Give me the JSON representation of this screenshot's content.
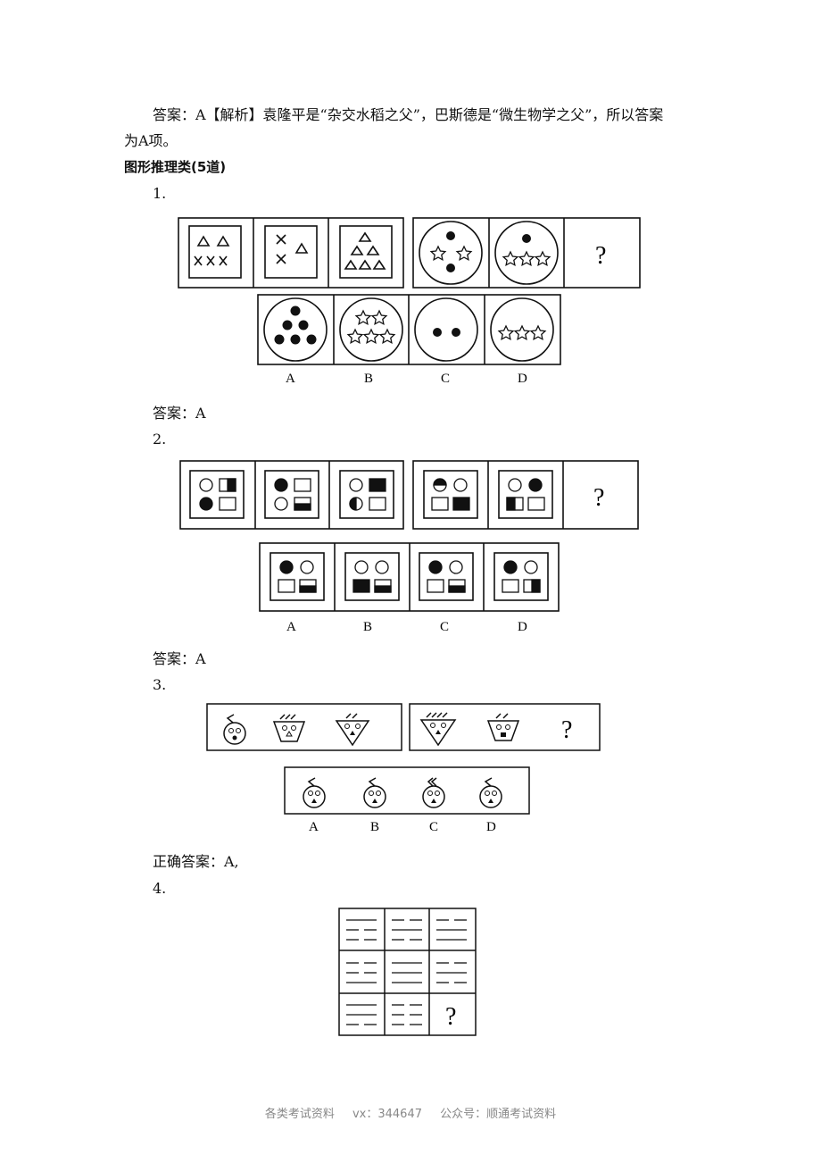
{
  "answer_prev": {
    "line1": "答案：A【解析】袁隆平是“杂交水稻之父”，巴斯德是“微生物学之父”，所以答案",
    "line2": "为A项。"
  },
  "section_title": "图形推理类(5道)",
  "q1": {
    "number": "1.",
    "answer": "答案：A"
  },
  "q2": {
    "number": "2.",
    "answer": "答案：A"
  },
  "q3": {
    "number": "3.",
    "answer": "正确答案：A,"
  },
  "q4": {
    "number": "4."
  },
  "question_mark": "?",
  "options": [
    "A",
    "B",
    "C",
    "D"
  ],
  "footer": {
    "left": "各类考试资料",
    "mid": "vx：344647",
    "right": "公众号：顺通考试资料"
  }
}
